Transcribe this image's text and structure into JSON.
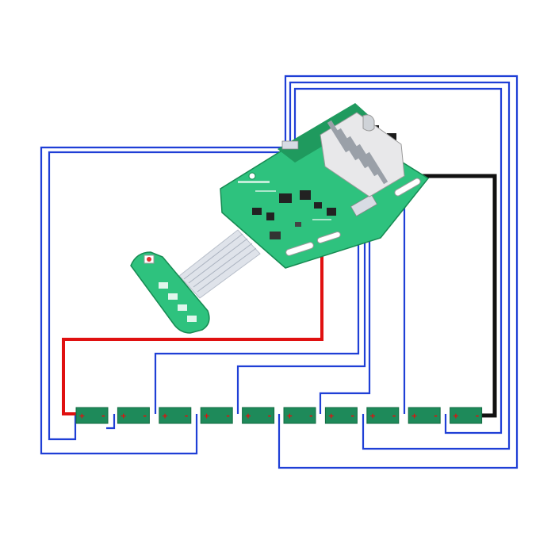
{
  "colors": {
    "background": "#ffffff",
    "pcb": "#2ec27e",
    "pcb_dark": "#1f9a5e",
    "cell": "#1e8a5a",
    "cell_edge": "#136b42",
    "balance_wire": "#1f3fd6",
    "positive_wire": "#e01010",
    "negative_wire": "#111111",
    "terminal": "#e8e8ea",
    "ribbon": "#dfe3ea"
  },
  "cells": [
    {
      "index": 1,
      "left_mark": "+",
      "right_mark": "-"
    },
    {
      "index": 2,
      "left_mark": "+",
      "right_mark": "-"
    },
    {
      "index": 3,
      "left_mark": "+",
      "right_mark": "-"
    },
    {
      "index": 4,
      "left_mark": "+",
      "right_mark": "-"
    },
    {
      "index": 5,
      "left_mark": "+",
      "right_mark": "-"
    },
    {
      "index": 6,
      "left_mark": "+",
      "right_mark": "-"
    },
    {
      "index": 7,
      "left_mark": "+",
      "right_mark": "-"
    },
    {
      "index": 8,
      "left_mark": "+",
      "right_mark": "-"
    },
    {
      "index": 9,
      "left_mark": "+",
      "right_mark": "-"
    },
    {
      "index": 10,
      "left_mark": "+",
      "right_mark": "-"
    }
  ],
  "icons": {
    "bms_board": "bms-board-icon",
    "led_board": "led-indicator-board-icon",
    "ribbon": "ribbon-cable-icon",
    "terminal_block": "battery-terminal-icon"
  }
}
